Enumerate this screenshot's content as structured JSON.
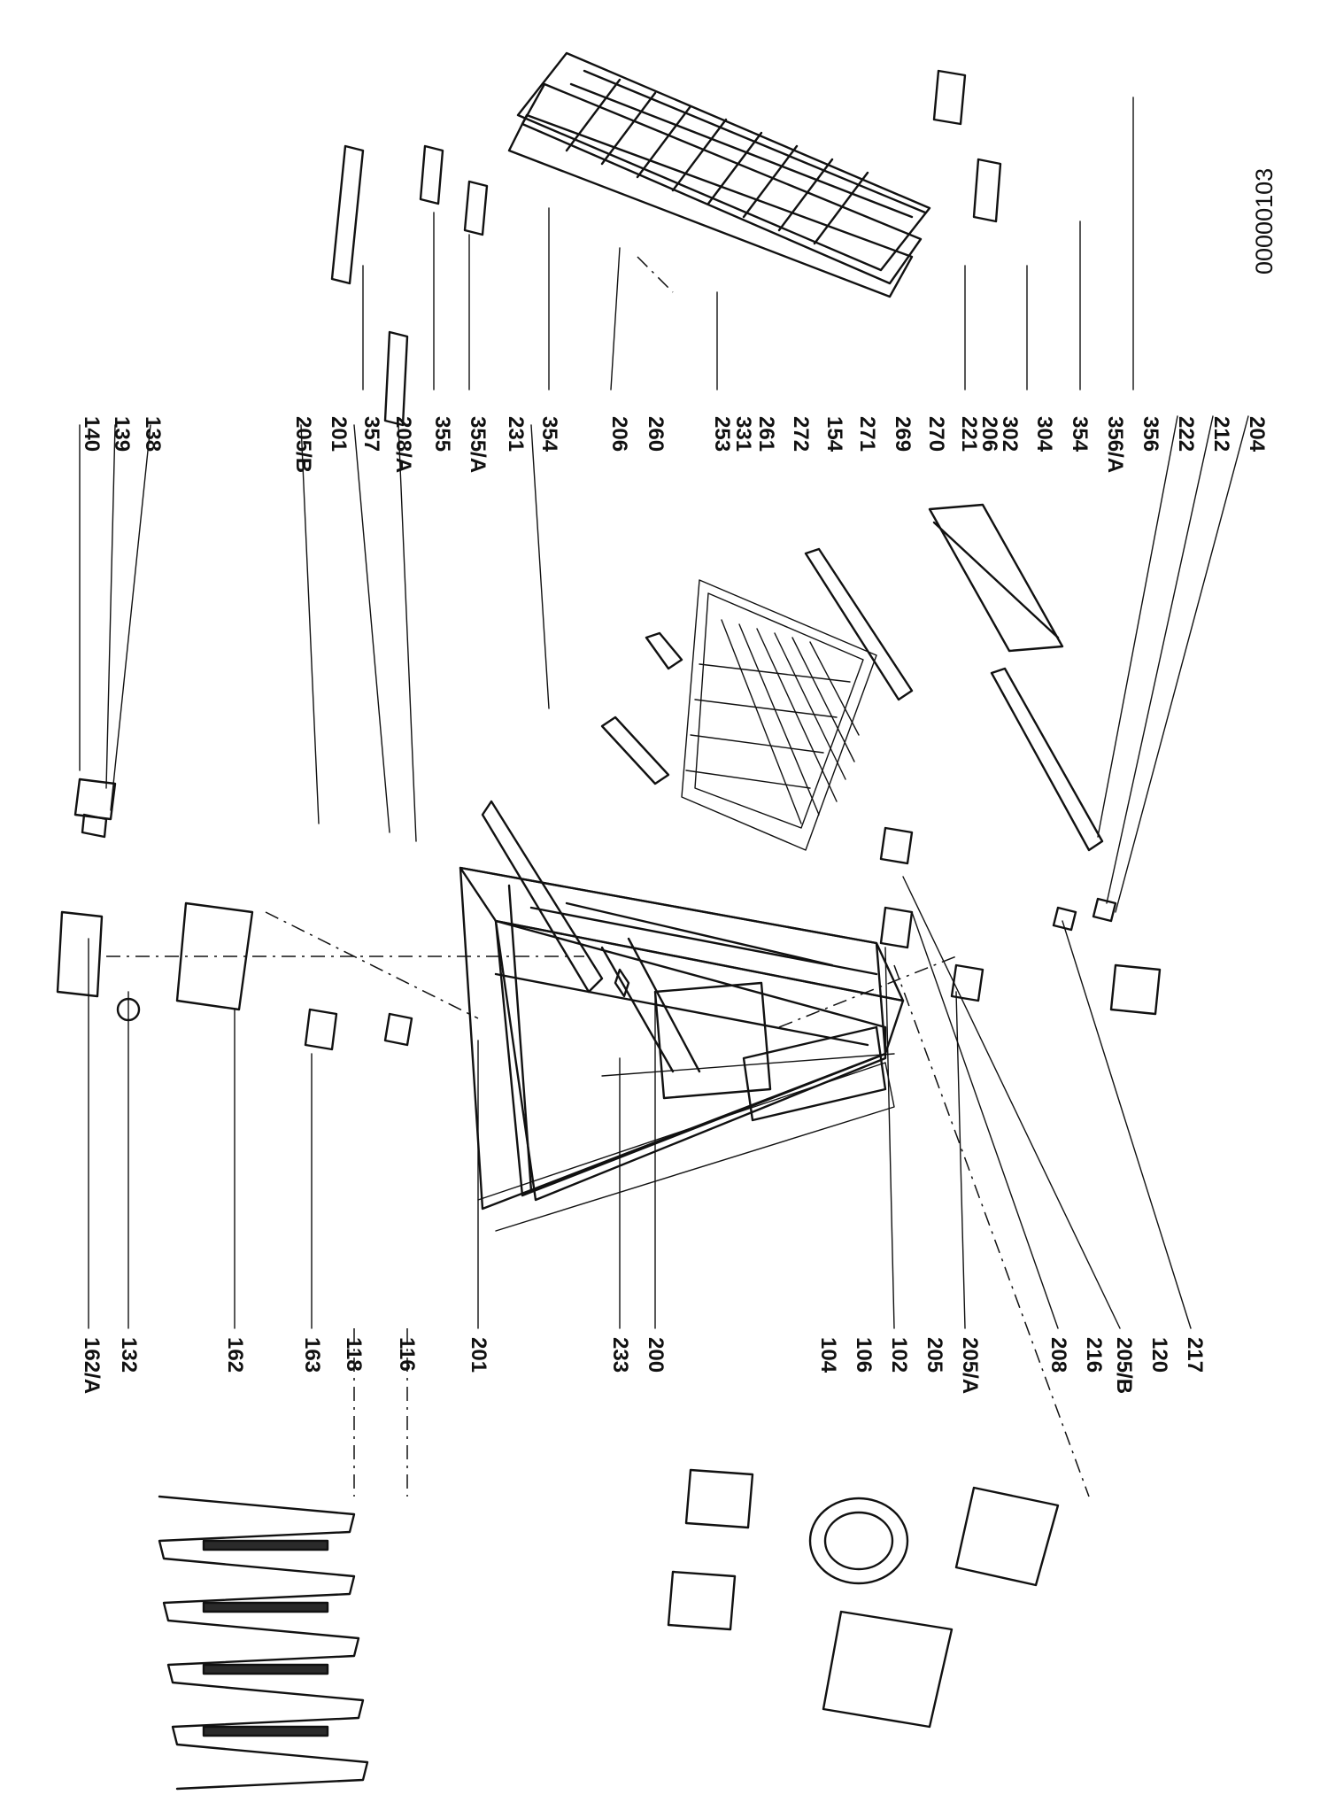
{
  "document_id": "00000103",
  "callouts": [
    "140",
    "139",
    "138",
    "205/B",
    "201",
    "357",
    "208/A",
    "355",
    "355/A",
    "231",
    "354",
    "206",
    "260",
    "253",
    "331",
    "261",
    "272",
    "154",
    "271",
    "269",
    "270",
    "221",
    "206",
    "302",
    "304",
    "354",
    "356/A",
    "356",
    "222",
    "212",
    "204",
    "162/A",
    "132",
    "162",
    "163",
    "118",
    "116",
    "201",
    "233",
    "200",
    "104",
    "106",
    "102",
    "205",
    "205/A",
    "208",
    "216",
    "205/B",
    "120",
    "217"
  ]
}
